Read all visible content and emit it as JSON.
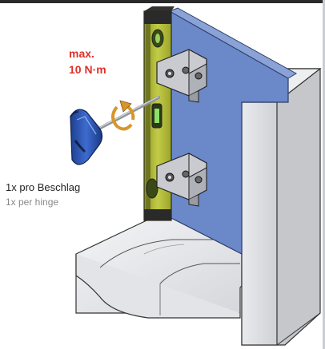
{
  "torque_spec": {
    "line1": "max.",
    "line2": "10 N·m",
    "color": "#e0302a"
  },
  "caption": {
    "german": "1x pro Beschlag",
    "english": "1x per hinge"
  },
  "colors": {
    "glass_panel": "#6b88c9",
    "spirit_level": "#b7c23a",
    "wall": "#d9dadd",
    "screwdriver_handle": "#2b55b0"
  },
  "icons": [
    "spirit-level",
    "screwdriver",
    "rotation-arrow",
    "glass-panel",
    "hinge-bracket",
    "wall-profile"
  ]
}
